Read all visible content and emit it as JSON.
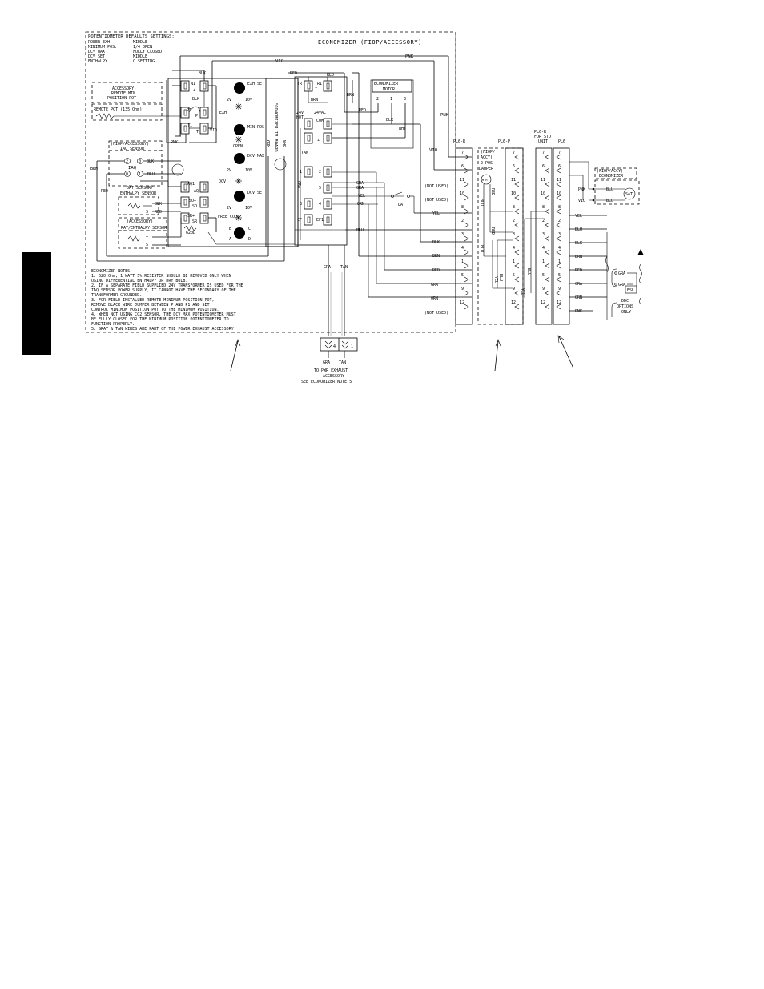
{
  "defaults": {
    "heading": "POTENTIOMETER DEFAULTS SETTINGS:",
    "rows": [
      {
        "name": "POWER EXH",
        "value": "MIDDLE"
      },
      {
        "name": "MINIMUM POS.",
        "value": "1/4 OPEN"
      },
      {
        "name": "DCV MAX",
        "value": "FULLY CLOSED"
      },
      {
        "name": "DCV SET",
        "value": "MIDDLE"
      },
      {
        "name": "ENTHALPY",
        "value": "C SETTING"
      }
    ]
  },
  "title": "ECONOMIZER (FIOP/ACCESSORY)",
  "remote_pot": {
    "box_lines": [
      "(ACCESSORY)",
      "REMOTE MIN",
      "POSITION POT"
    ],
    "label": "REMOTE POT (135 Ohm)"
  },
  "iaq_sensor": {
    "lines": [
      "(FIOP/ACCESSORY)",
      "IAQ SENSOR"
    ],
    "center": "IAQ"
  },
  "oat_sensor": {
    "lines": [
      "OAT SENSOR/",
      "ENTHALPY SENSOR"
    ]
  },
  "rat_sensor": {
    "lines": [
      "(ACCESSORY)",
      "RAT/ENTHALPY SENSOR"
    ]
  },
  "controller_terminals": [
    "N1",
    "P1",
    "T1",
    "AQ1",
    "SO+",
    "SR+",
    "N",
    "P",
    "T",
    "AQ",
    "SO",
    "SR"
  ],
  "resistor": "620Ω",
  "pots": [
    {
      "name": "EXH SET",
      "range": [
        "2V",
        "10V"
      ],
      "under": "EXH"
    },
    {
      "name": "MIN POS",
      "under": "OPEN"
    },
    {
      "name": "DCV MAX",
      "range": [
        "2V",
        "10V"
      ],
      "under": "DCV"
    },
    {
      "name": "DCV SET",
      "range": [
        "2V",
        "10V"
      ]
    },
    {
      "name": "FREE COOL",
      "corners": [
        "B",
        "C",
        "A",
        "D"
      ]
    }
  ],
  "board_label": "ECONOMIZER IV BOARD",
  "right_block": {
    "tr": "TR",
    "tr1": "TR1",
    "voltage": [
      "24V",
      "HOT"
    ],
    "com": [
      "24VAC",
      "COM"
    ],
    "terminals": [
      "1",
      "2",
      "3",
      "4",
      "5",
      "EF",
      "EF1"
    ]
  },
  "motor": {
    "lines": [
      "ECONOMIZER",
      "MOTOR"
    ],
    "pins": [
      "2",
      "1",
      "3"
    ]
  },
  "wire_colors": [
    "PNK",
    "VIO",
    "BLK",
    "RED",
    "BRN",
    "BLU",
    "WHT",
    "GRA",
    "TAN",
    "YEL",
    "ORN"
  ],
  "relay": "LA",
  "plug_pl6r": {
    "name": "PL6-R",
    "pins": [
      {
        "pin": "7",
        "wire": ""
      },
      {
        "pin": "6",
        "wire": "VIO"
      },
      {
        "pin": "11",
        "wire": "(NOT USED)"
      },
      {
        "pin": "10",
        "wire": "(NOT USED)"
      },
      {
        "pin": "8",
        "wire": "YEL"
      },
      {
        "pin": "2",
        "wire": ""
      },
      {
        "pin": "3",
        "wire": "BLK"
      },
      {
        "pin": "4",
        "wire": "BRN"
      },
      {
        "pin": "1",
        "wire": "RED"
      },
      {
        "pin": "5",
        "wire": "GRA"
      },
      {
        "pin": "9",
        "wire": "ORN"
      },
      {
        "pin": "12",
        "wire": "(NOT USED)"
      }
    ]
  },
  "damper": {
    "lines": [
      "(FIOP/",
      "ACCY)",
      "2-POS",
      "DAMPER"
    ],
    "plug": "PL6-P",
    "motor": "MTR",
    "wires": [
      "BLU",
      "RED",
      "YEL",
      "BLU"
    ]
  },
  "std_unit": {
    "lines": [
      "PL6-R",
      "FOR STD",
      "UNIT"
    ],
    "plug": "PL6",
    "pins": [
      "7",
      "6",
      "11",
      "10",
      "8",
      "2",
      "3",
      "4",
      "1",
      "5",
      "9",
      "12"
    ],
    "pins_left": [
      "7",
      "6",
      "11",
      "10",
      "8",
      "2",
      "3",
      "4",
      "1",
      "5",
      "9",
      "12"
    ]
  },
  "right_wires": [
    "YEL",
    "BLU",
    "BLK",
    "BRN",
    "RED",
    "GRA",
    "ORN",
    "PNK"
  ],
  "sat": {
    "lines": [
      "(FIOP/ACCY)",
      "ECONOMIZER"
    ],
    "wires": [
      "PNK",
      "VIO",
      "BLU",
      "BLU"
    ],
    "sensor": "SAT"
  },
  "options": {
    "wires": [
      "GRA",
      "GRA"
    ],
    "esl": "ESL",
    "label": [
      "DDC",
      "OPTIONS",
      "ONLY"
    ]
  },
  "notes": {
    "heading": "ECONOMIZER NOTES:",
    "lines": [
      "1. 620 Ohm, 1 WATT 5% RESISTER SHOULD BE REMOVED ONLY WHEN",
      "USING DIFFERENTIAL ENTHALPY OR DRY BULB.",
      "2. IF A SEPARATE FIELD SUPPLIED 24V TRANSFORMER IS USED FOR THE",
      "IAQ SENSOR POWER SUPPLY, IT CANNOT HAVE THE SECONDARY OF THE",
      "TRANSFORMER GROUNDED.",
      "3. FOR FIELD INSTALLED REMOTE MINIMUM POSITION POT,",
      "REMOVE BLACK WIRE JUMPER BETWEEN P AND P1 AND SET",
      "CONTROL MINIMUM POSITION POT TO THE MINIMUM POSITION.",
      "4. WHEN NOT USING CO2 SENSOR, THE DCV MAX POTENTIOMETER MUST",
      "BE FULLY CLOSED FOR THE MINIMUM POSITION POTENTIOMETER TO",
      "FUNCTION PROPERLY.",
      "5. GRAY & TAN WIRES ARE PART OF THE POWER EXHAUST ACCESSORY"
    ]
  },
  "exhaust": {
    "wires": [
      "GRA",
      "TAN"
    ],
    "pins": [
      "4",
      "1"
    ],
    "lines": [
      "TO PWR EXHAUST",
      "ACCESSORY",
      "SEE ECONOMIZER NOTE 5"
    ]
  }
}
